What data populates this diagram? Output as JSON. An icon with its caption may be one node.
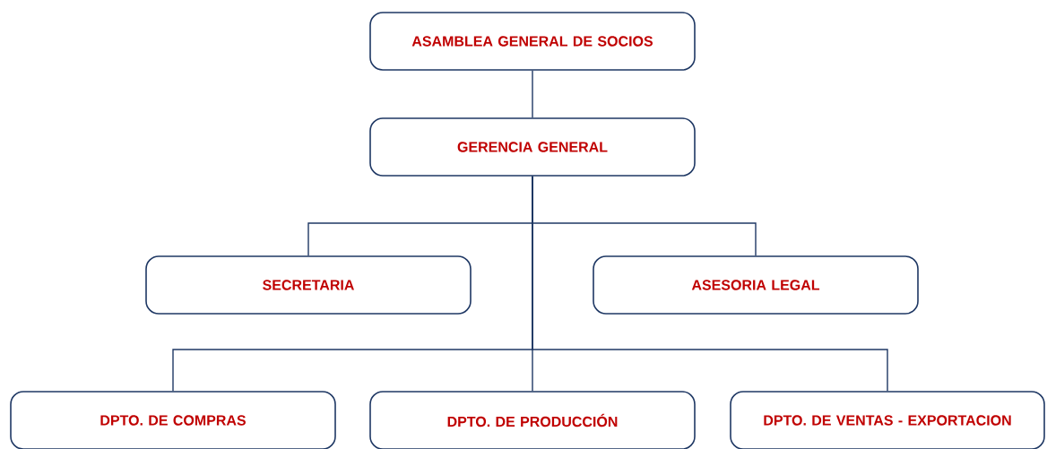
{
  "diagram": {
    "nodes": [
      {
        "text": [
          "ASAMBLEA GENERAL DE SOCIOS"
        ]
      },
      {
        "text": [
          "GERENCIA GENERAL"
        ]
      },
      {
        "text": [
          "SECRETARIA"
        ]
      },
      {
        "text": [
          "ASESORIA LEGAL"
        ]
      },
      {
        "text": [
          "DPTO. DE COMPRAS"
        ]
      },
      {
        "text": [
          "DPTO. DE PRODUCCIÓN"
        ]
      },
      {
        "text": [
          "DPTO. DE VENTAS - EXPORTACION"
        ]
      }
    ],
    "edges": [
      {
        "from": 0,
        "to": 1,
        "arrow": "none"
      },
      {
        "from": 1,
        "to": 2,
        "arrow": "none"
      },
      {
        "from": 1,
        "to": 3,
        "arrow": "none"
      },
      {
        "from": 1,
        "to": 4,
        "arrow": "none"
      },
      {
        "from": 1,
        "to": 5,
        "arrow": "none"
      },
      {
        "from": 1,
        "to": 6,
        "arrow": "none"
      }
    ]
  }
}
